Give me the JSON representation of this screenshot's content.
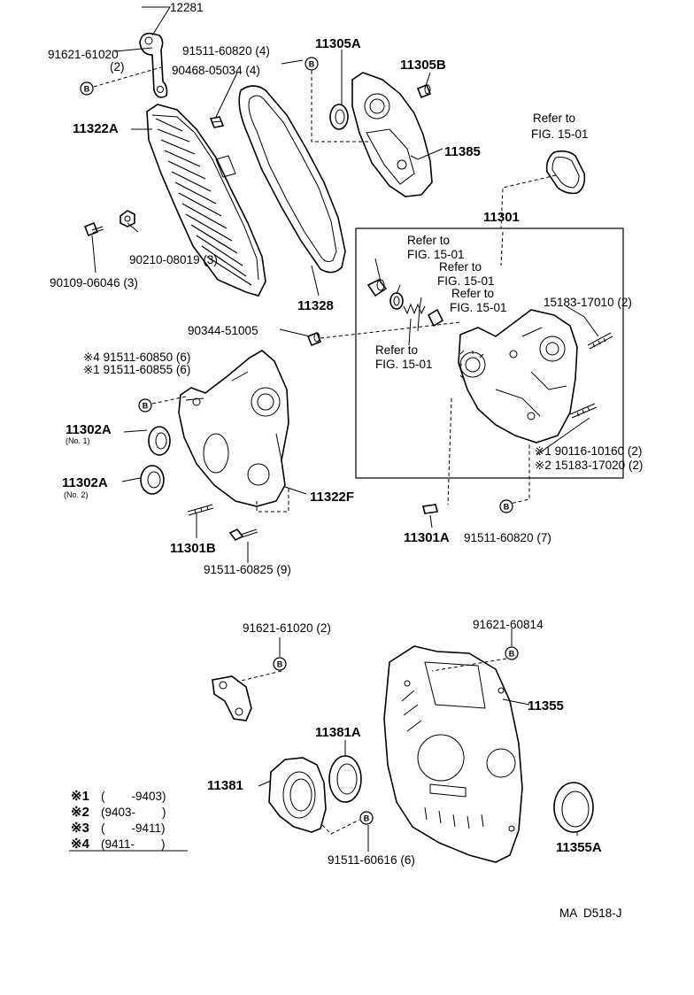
{
  "labels": {
    "p12281": "12281",
    "p91621_61020_top": "91621-61020",
    "p91621_61020_top_qty": "(2)",
    "p91511_60820_top": "91511-60820 (4)",
    "p90468": "90468-05034 (4)",
    "p11305A": "11305A",
    "p11305B": "11305B",
    "p11322A": "11322A",
    "p11385": "11385",
    "refer_a1": "Refer to",
    "refer_a2": "FIG. 15-01",
    "p11301": "11301",
    "refer_b1": "Refer to",
    "refer_b2": "FIG. 15-01",
    "refer_c1": "Refer to",
    "refer_c2": "FIG. 15-01",
    "refer_d1": "Refer to",
    "refer_d2": "FIG. 15-01",
    "refer_e1": "Refer to",
    "refer_e2": "FIG. 15-01",
    "p90210": "90210-08019 (3)",
    "p90109": "90109-06046 (3)",
    "p11328": "11328",
    "p15183_17010": "15183-17010 (2)",
    "p90344": "90344-51005",
    "p91511_60850": "※4 91511-60850 (6)",
    "p91511_60855": "※1 91511-60855 (6)",
    "p11302A_1": "11302A",
    "p11302A_1_note": "(No. 1)",
    "p11302A_2": "11302A",
    "p11302A_2_note": "(No. 2)",
    "p11322F": "11322F",
    "p90116": "※1 90116-10160 (2)",
    "p15183_17020": "※2 15183-17020 (2)",
    "p11301B": "11301B",
    "p11301A": "11301A",
    "p91511_60820_b": "91511-60820 (7)",
    "p91511_60825": "91511-60825 (9)",
    "p91621_61020_b": "91621-61020 (2)",
    "p91621_60814": "91621-60814",
    "p11355": "11355",
    "p11381A": "11381A",
    "p11381": "11381",
    "p91511_60616": "91511-60616 (6)",
    "p11355A": "11355A",
    "bolt_mark": "B",
    "fig_code": "MA  D518-J"
  },
  "legend": [
    {
      "mark": "※1",
      "range": "(        -9403)"
    },
    {
      "mark": "※2",
      "range": "(9403-        )"
    },
    {
      "mark": "※3",
      "range": "(        -9411)"
    },
    {
      "mark": "※4",
      "range": "(9411-        )"
    }
  ]
}
